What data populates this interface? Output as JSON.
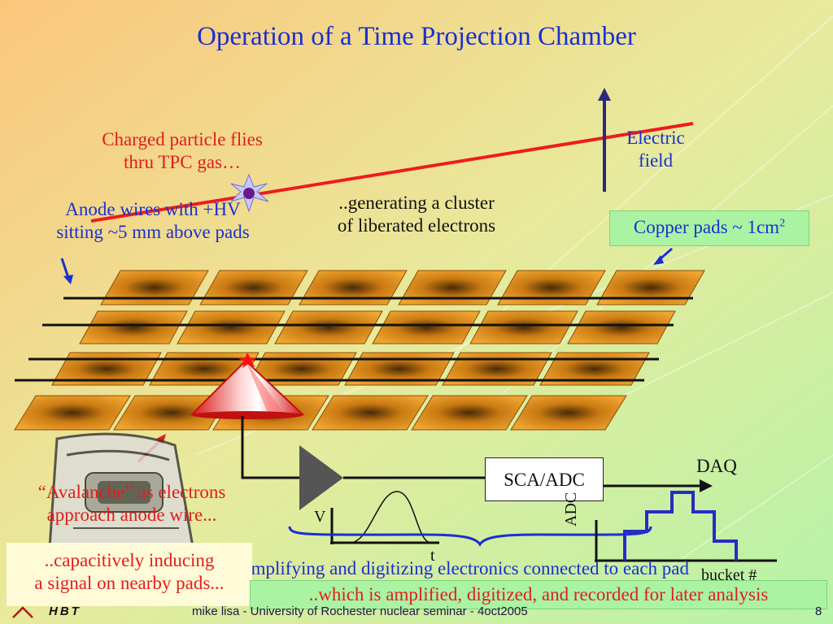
{
  "slide": {
    "title": "Operation of a Time Projection Chamber",
    "charged_particle": [
      "Charged particle flies",
      "thru TPC gas…"
    ],
    "anode_wires": [
      "Anode wires with +HV",
      "sitting ~5 mm above pads"
    ],
    "cluster": [
      "..generating a cluster",
      "of liberated electrons"
    ],
    "electric_field": [
      "Electric",
      "field"
    ],
    "copper_pads": {
      "text": "Copper pads ~ 1cm",
      "sup": "2"
    },
    "avalanche": [
      "“Avalanche” as electrons",
      "approach anode wire..."
    ],
    "capacitive": [
      "..capacitively inducing",
      "a signal on nearby pads..."
    ],
    "sca_adc": "SCA/ADC",
    "daq": "DAQ",
    "v_axis": "V",
    "t_axis": "t",
    "adc_axis": "ADC",
    "bucket_axis": "bucket #",
    "electronics_note": "Amplifying and digitizing electronics connected to each pad",
    "recorded": "..which is amplified, digitized, and recorded for later analysis",
    "footer": "mike lisa - University of Rochester nuclear seminar - 4oct2005",
    "page_number": "8",
    "logo": "HBT"
  },
  "colors": {
    "title": "#1b2fd0",
    "red_text": "#e21d1d",
    "blue_text": "#1b2fd0",
    "pad_orange": "#e89a1a",
    "track": "#ee1c1c",
    "bg_top_left": "#f9c77c",
    "bg_bottom_right": "#b9f3a6"
  }
}
